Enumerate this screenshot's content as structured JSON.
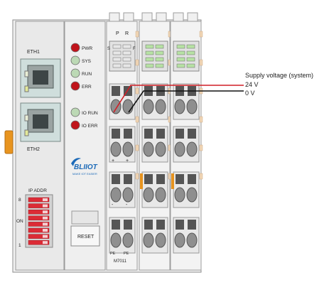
{
  "header_letters": [
    "P",
    "R"
  ],
  "led_letters": [
    "S",
    "F"
  ],
  "ports": {
    "top": "ETH1",
    "bottom": "ETH2"
  },
  "leds_top": [
    {
      "label": "PWR",
      "color": "#c0141b"
    },
    {
      "label": "SYS",
      "color": "#bcd9b5"
    },
    {
      "label": "RUN",
      "color": "#bcd9b5"
    },
    {
      "label": "ERR",
      "color": "#c0141b"
    }
  ],
  "leds_bottom": [
    {
      "label": "IO RUN",
      "color": "#bcd9b5"
    },
    {
      "label": "IO ERR",
      "color": "#c0141b"
    }
  ],
  "brand": {
    "name": "BLIIOT",
    "tagline": "MAKE IOT EASIER"
  },
  "ip": {
    "title": "IP ADDR",
    "top_label": "8",
    "on_label": "ON",
    "bottom_label": "1"
  },
  "reset_label": "RESET",
  "terminal_marks": {
    "plus": "+",
    "minus": "-",
    "pe": "PE"
  },
  "model": "M7011",
  "annotations": {
    "title": "Supply voltage (system)",
    "v24": "24 V",
    "v0": "0 V"
  },
  "colors": {
    "red_wire": "#d11f26",
    "black_wire": "#111111",
    "orange": "#e8941f",
    "dip": "#dc2b36",
    "led_red": "#c0141b",
    "led_green": "#bcd9b5"
  }
}
